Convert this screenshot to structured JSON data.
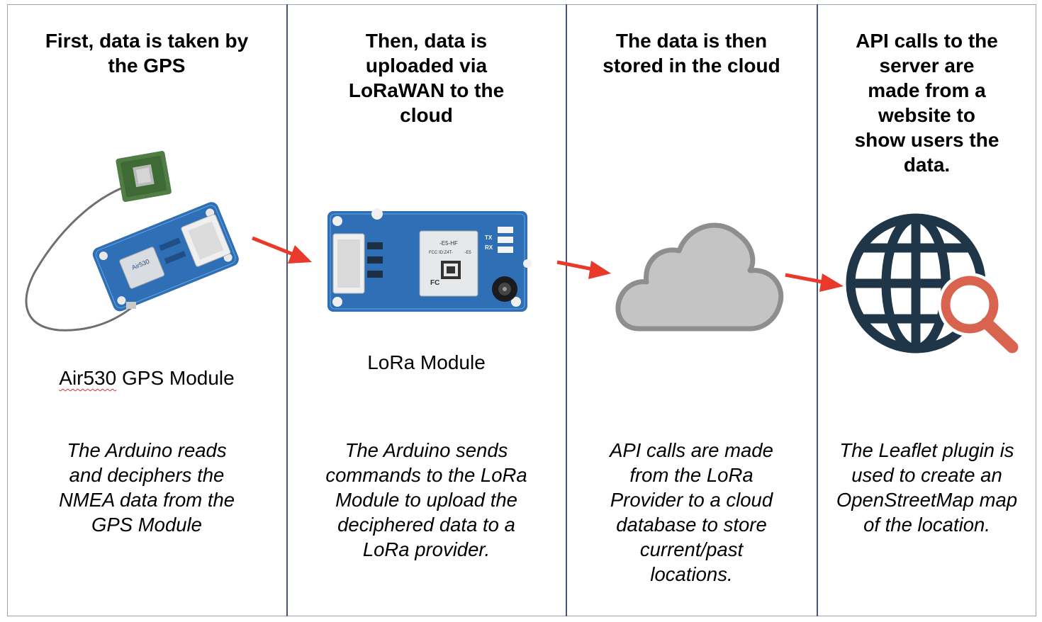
{
  "columns": [
    {
      "heading": [
        "First, data is taken by",
        "the GPS"
      ],
      "image_label": "Air530 GPS Module",
      "image_label_flagged_word": "Air530",
      "image_label_rest": " GPS Module",
      "icon": "gps-module-icon",
      "description": [
        "The Arduino reads",
        "and deciphers the",
        "NMEA data from the",
        "GPS Module"
      ]
    },
    {
      "heading": [
        "Then, data is",
        "uploaded via",
        "LoRaWAN to the",
        "cloud"
      ],
      "image_label": "LoRa Module",
      "icon": "lora-module-icon",
      "description": [
        "The Arduino sends",
        "commands to the LoRa",
        "Module to upload the",
        "deciphered data to a",
        "LoRa provider."
      ]
    },
    {
      "heading": [
        "The data is then",
        "stored in the cloud"
      ],
      "image_label": "",
      "icon": "cloud-icon",
      "description": [
        "API calls are made",
        "from the LoRa",
        "Provider to a cloud",
        "database to store",
        "current/past",
        "locations."
      ]
    },
    {
      "heading": [
        "API calls to the",
        "server are",
        "made from a",
        "website to",
        "show users the",
        "data."
      ],
      "image_label": "",
      "icon": "globe-search-icon",
      "description": [
        "The Leaflet plugin is",
        "used to create an",
        "OpenStreetMap map",
        "of the location."
      ]
    }
  ],
  "board_marks": {
    "lora_chip_line1": "-E5-HF",
    "lora_chip_line2": "FCC ID:Z4T-",
    "lora_chip_line3": "-E5",
    "lora_fc": "FC",
    "lora_tx": "TX",
    "lora_rx": "RX",
    "gps_chip": "Air530"
  },
  "colors": {
    "arrow": "#e8392a",
    "board_blue": "#2e6fb5",
    "cloud_fill": "#c4c4c4",
    "cloud_stroke": "#8e8e8e",
    "globe": "#1f3548",
    "magnifier": "#d8644f",
    "divider": "#4a5470"
  }
}
